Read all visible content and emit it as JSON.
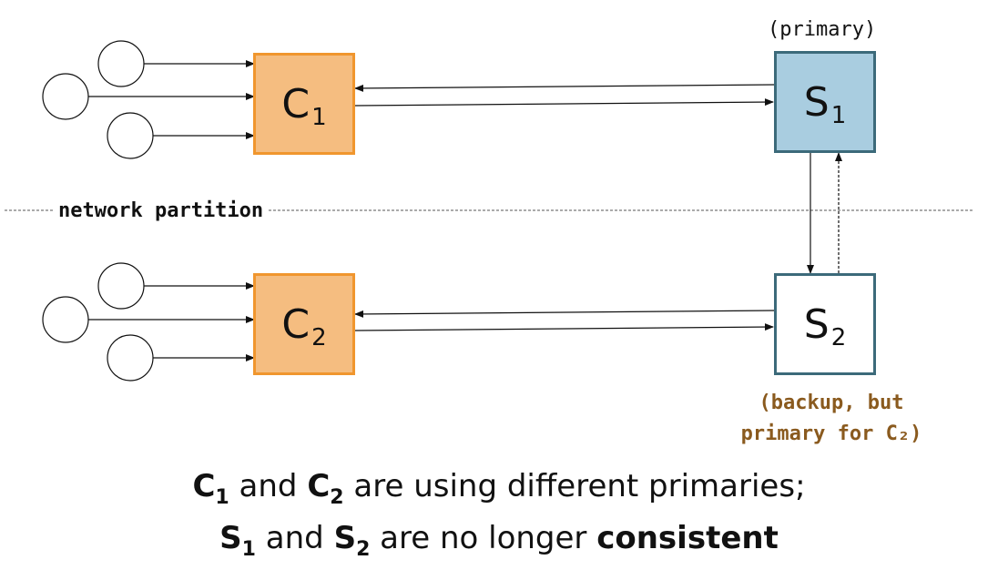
{
  "labels": {
    "primary": "(primary)",
    "network_partition": "network partition",
    "backup_line1": "(backup, but",
    "backup_line2": "primary for C₂)"
  },
  "nodes": {
    "c1": {
      "name": "C",
      "sub": "1"
    },
    "c2": {
      "name": "C",
      "sub": "2"
    },
    "s1": {
      "name": "S",
      "sub": "1"
    },
    "s2": {
      "name": "S",
      "sub": "2"
    }
  },
  "caption": {
    "line1": {
      "a": "C",
      "a_sub": "1",
      "t1": " and ",
      "b": "C",
      "b_sub": "2",
      "t2": " are using different primaries;"
    },
    "line2": {
      "a": "S",
      "a_sub": "1",
      "t1": " and ",
      "b": "S",
      "b_sub": "2",
      "t2": " are no longer ",
      "strong": "consistent"
    }
  },
  "colors": {
    "client_fill": "#f5bd80",
    "client_border": "#f0962e",
    "primary_fill": "#a9cde0",
    "server_border": "#3c6a7a",
    "backup_label": "#8a5a1e"
  }
}
